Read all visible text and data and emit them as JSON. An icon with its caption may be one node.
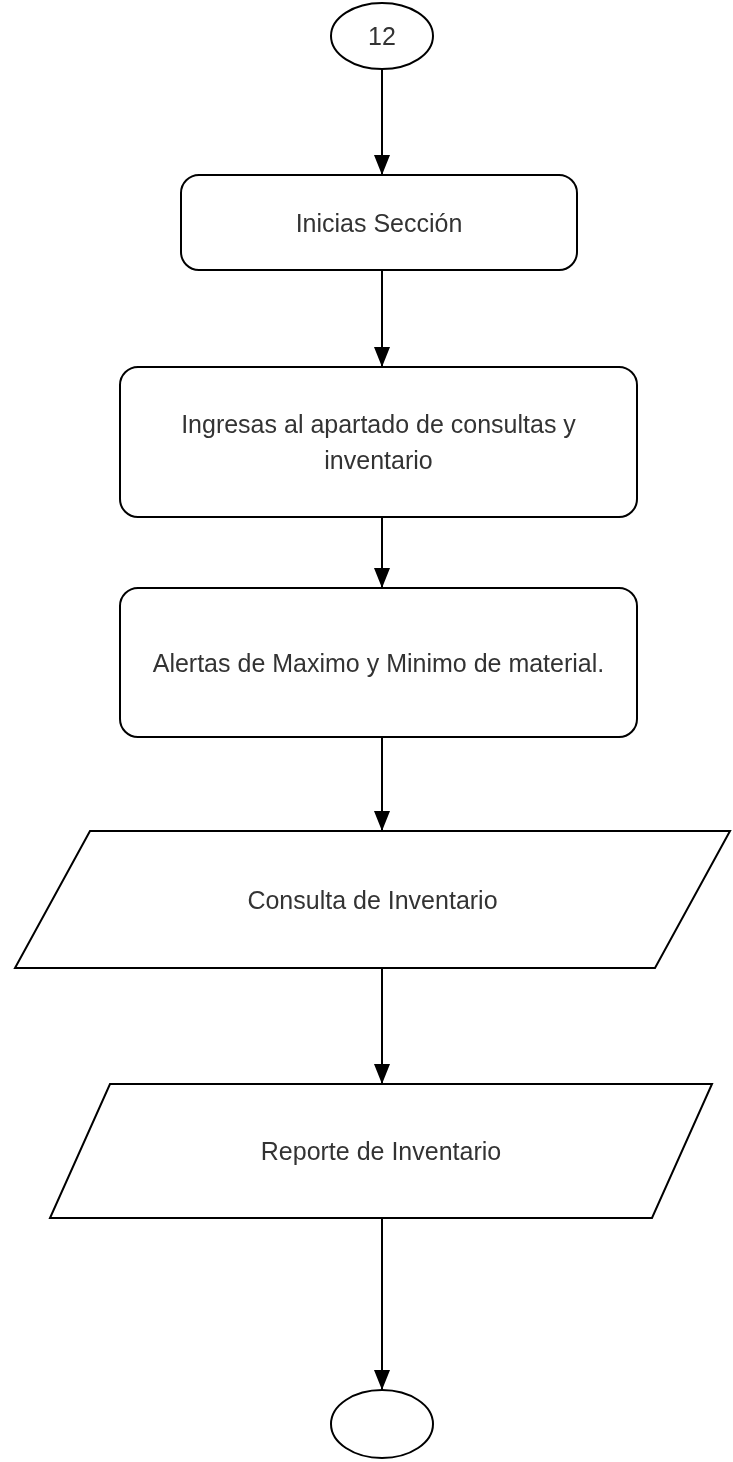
{
  "diagram": {
    "nodes": [
      {
        "text": [
          "12"
        ]
      },
      {
        "text": [
          "Inicias Sección"
        ]
      },
      {
        "text": [
          "Ingresas al apartado de consultas y inventario"
        ]
      },
      {
        "text": [
          "Alertas de Maximo y Minimo de material."
        ]
      },
      {
        "text": [
          "Consulta de Inventario"
        ]
      },
      {
        "text": [
          "Reporte de Inventario"
        ]
      },
      {
        "text": [],
        "shape": "circle"
      }
    ],
    "edges": [
      {
        "from": 0,
        "to": 1,
        "arrow": "to"
      },
      {
        "from": 1,
        "to": 2,
        "arrow": "to"
      },
      {
        "from": 2,
        "to": 3,
        "arrow": "to"
      },
      {
        "from": 3,
        "to": 4,
        "arrow": "to"
      },
      {
        "from": 4,
        "to": 5,
        "arrow": "to"
      },
      {
        "from": 5,
        "to": 6,
        "arrow": "to"
      }
    ]
  }
}
